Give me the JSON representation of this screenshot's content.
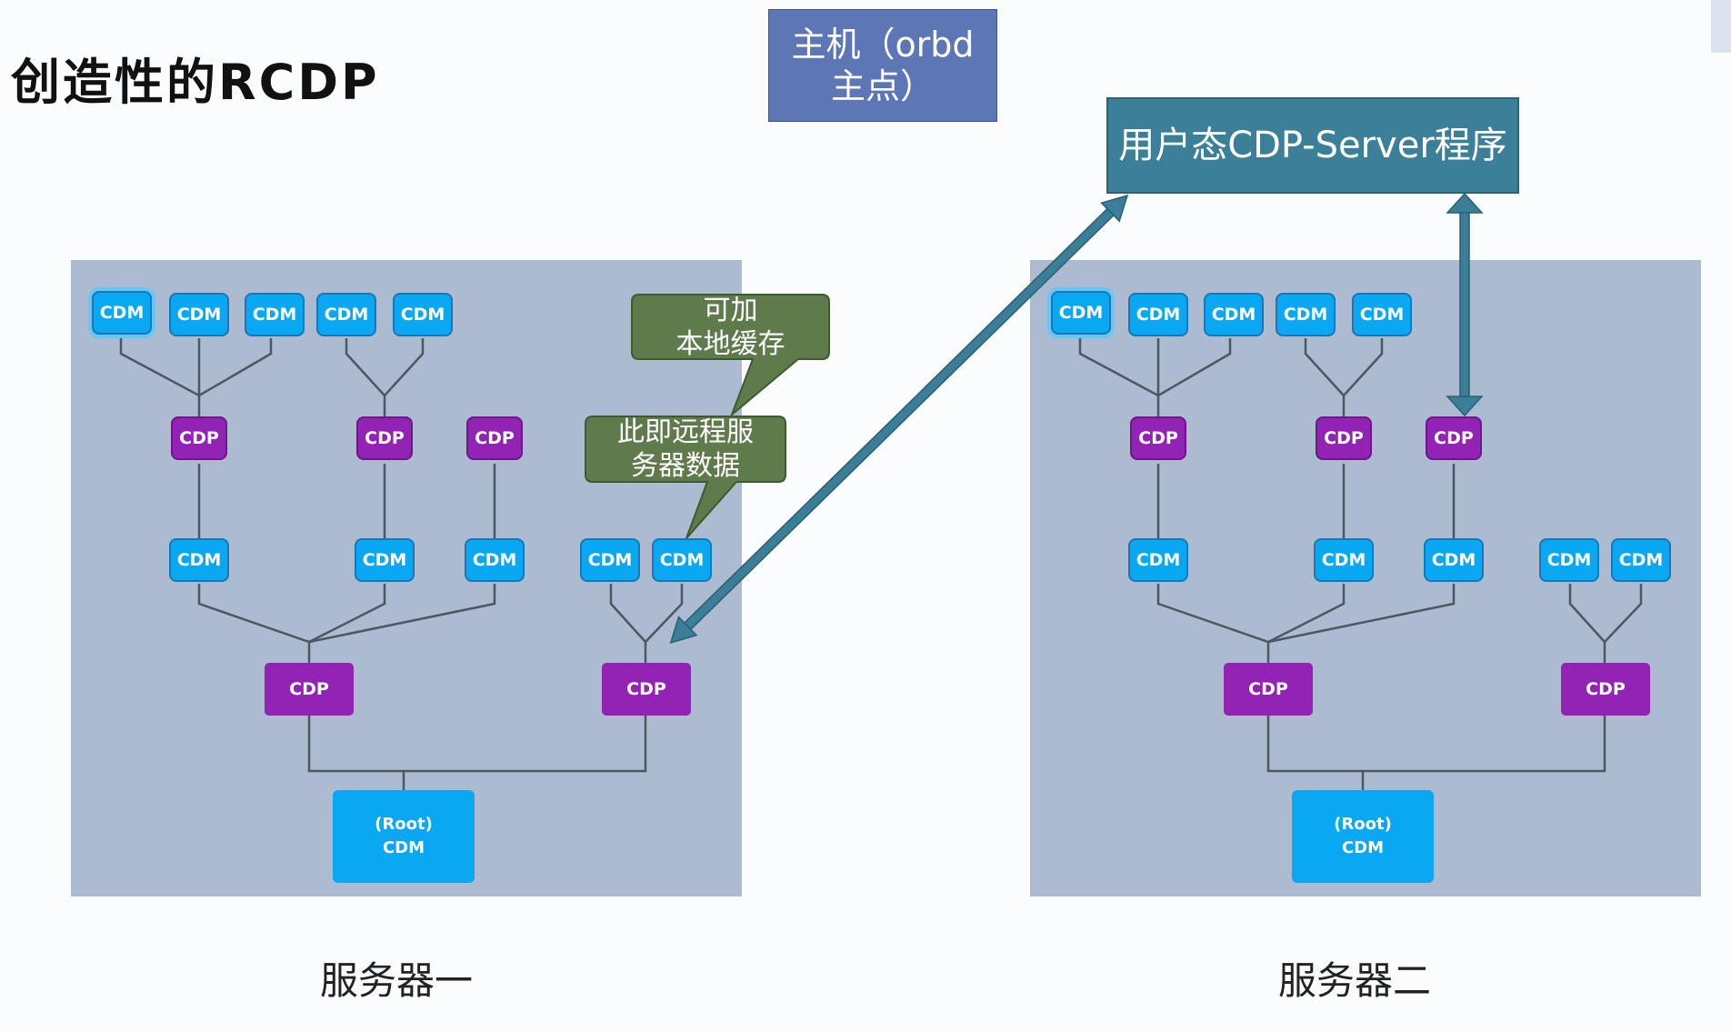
{
  "slide": {
    "title": "创造性的RCDP"
  },
  "host": {
    "line1": "主机（orbd",
    "line2": "主点）"
  },
  "server_program": {
    "label": "用户态CDP-Server程序"
  },
  "servers": {
    "one": {
      "label": "服务器一"
    },
    "two": {
      "label": "服务器二"
    }
  },
  "callouts": {
    "cache": {
      "line1": "可加",
      "line2": "本地缓存"
    },
    "remote": {
      "line1": "此即远程服",
      "line2": "务器数据"
    }
  },
  "node_labels": {
    "cdm": "CDM",
    "cdp": "CDP",
    "root_top": "(Root)",
    "root_bottom": "CDM"
  },
  "colors": {
    "cdm": "#0aa7f2",
    "cdp": "#9323b5",
    "panel": "#adbbd1",
    "host": "#5c76b6",
    "server_program": "#3b7f99",
    "callout": "#5f7b4c",
    "arrow": "#3a7e97"
  }
}
